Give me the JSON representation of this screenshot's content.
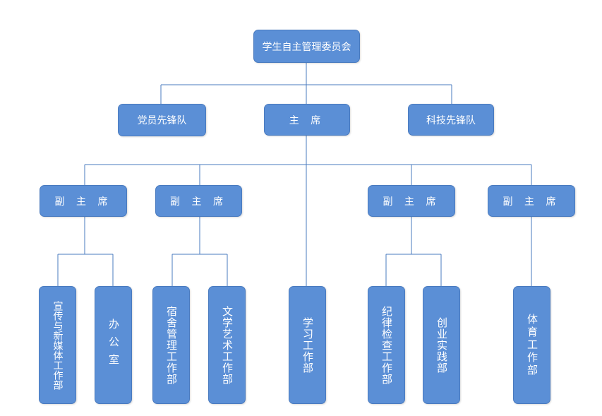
{
  "title": "学生自主管理委员会",
  "level1": {
    "left": "党员先锋队",
    "center": "主 席",
    "right": "科技先锋队"
  },
  "vice_chairs": [
    "副 主 席",
    "副 主 席",
    "副 主 席",
    "副 主 席"
  ],
  "departments": [
    "宣传与新媒体工作部",
    "办公室",
    "宿舍管理工作部",
    "文学艺术工作部",
    "学习工作部",
    "纪律检查工作部",
    "创业实践部",
    "体育工作部"
  ],
  "colors": {
    "box_fill": "#5b8fd6",
    "box_border": "#4a7bbf",
    "line": "#4a7bbf",
    "text": "#ffffff"
  }
}
